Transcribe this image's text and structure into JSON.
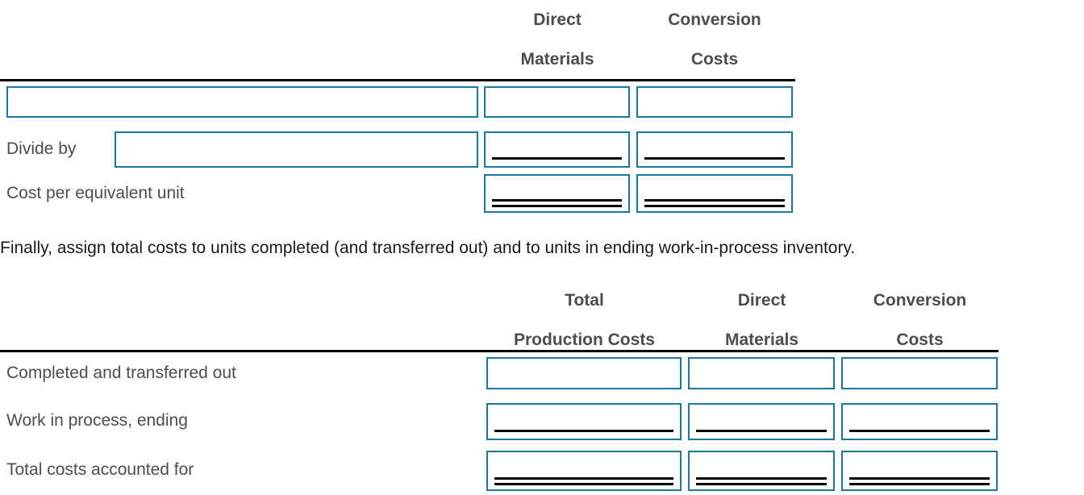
{
  "table1": {
    "name": "equivalent-unit-cost-table",
    "headers": [
      {
        "line1": "Direct",
        "line2": "Materials"
      },
      {
        "line1": "Conversion",
        "line2": "Costs"
      }
    ],
    "rows": [
      {
        "label": "",
        "has_label_input": true,
        "underline": "none"
      },
      {
        "label": "Divide by",
        "has_label_input": true,
        "underline": "single"
      },
      {
        "label": "Cost per equivalent unit",
        "has_label_input": false,
        "underline": "double"
      }
    ]
  },
  "paragraph": {
    "text": "Finally, assign total costs to units completed (and transferred out) and to units in ending work-in-process inventory."
  },
  "table2": {
    "name": "cost-assignment-table",
    "headers": [
      {
        "line1": "Total",
        "line2": "Production Costs"
      },
      {
        "line1": "Direct",
        "line2": "Materials"
      },
      {
        "line1": "Conversion",
        "line2": "Costs"
      }
    ],
    "rows": [
      {
        "label": "Completed and transferred out",
        "underline": "none"
      },
      {
        "label": "Work in process, ending",
        "underline": "single"
      },
      {
        "label": "Total costs accounted for",
        "underline": "double"
      }
    ]
  },
  "colors": {
    "input_border": "#1a7a9c",
    "header_text": "#4d4d4d",
    "label_text": "#4d4d4d",
    "body_text": "#1a1a1a",
    "rule": "#000000"
  }
}
